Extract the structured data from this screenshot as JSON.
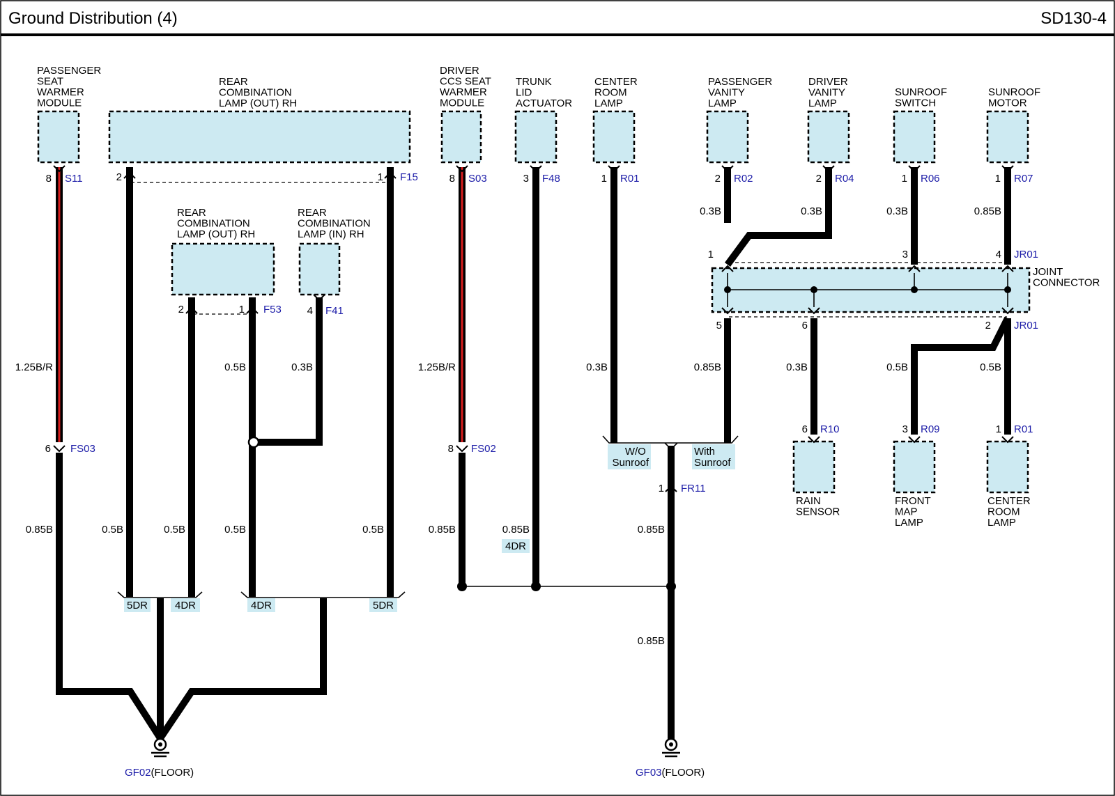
{
  "header": {
    "title": "Ground Distribution (4)",
    "code": "SD130-4"
  },
  "components": {
    "pass_seat_warmer": [
      "PASSENGER",
      "SEAT",
      "WARMER",
      "MODULE"
    ],
    "rear_comb_out_top": [
      "REAR",
      "COMBINATION",
      "LAMP (OUT) RH"
    ],
    "rear_comb_out_mid": [
      "REAR",
      "COMBINATION",
      "LAMP (OUT) RH"
    ],
    "rear_comb_in": [
      "REAR",
      "COMBINATION",
      "LAMP (IN) RH"
    ],
    "driver_ccs": [
      "DRIVER",
      "CCS SEAT",
      "WARMER",
      "MODULE"
    ],
    "trunk_lid": [
      "TRUNK",
      "LID",
      "ACTUATOR"
    ],
    "center_room_top": [
      "CENTER",
      "ROOM",
      "LAMP"
    ],
    "pass_vanity": [
      "PASSENGER",
      "VANITY",
      "LAMP"
    ],
    "driver_vanity": [
      "DRIVER",
      "VANITY",
      "LAMP"
    ],
    "sunroof_switch": [
      "SUNROOF",
      "SWITCH"
    ],
    "sunroof_motor": [
      "SUNROOF",
      "MOTOR"
    ],
    "joint_connector": [
      "JOINT",
      "CONNECTOR"
    ],
    "rain_sensor": [
      "RAIN",
      "SENSOR"
    ],
    "front_map": [
      "FRONT",
      "MAP",
      "LAMP"
    ],
    "center_room_bottom": [
      "CENTER",
      "ROOM",
      "LAMP"
    ]
  },
  "connectors": {
    "S11": "S11",
    "F15": "F15",
    "F53": "F53",
    "F41": "F41",
    "S03": "S03",
    "F48": "F48",
    "R01": "R01",
    "R02": "R02",
    "R04": "R04",
    "R06": "R06",
    "R07": "R07",
    "JR01": "JR01",
    "R10": "R10",
    "R09": "R09",
    "FS03": "FS03",
    "FS02": "FS02",
    "FR11": "FR11"
  },
  "pins": {
    "s11": "8",
    "f15_left": "2",
    "f15_right": "1",
    "s03": "8",
    "f48": "3",
    "r01_top": "1",
    "r02": "2",
    "r04": "2",
    "r06": "1",
    "r07": "1",
    "f53_left": "2",
    "f53_right": "1",
    "f41": "4",
    "jr01_1": "1",
    "jr01_3": "3",
    "jr01_4": "4",
    "jr01_5": "5",
    "jr01_6": "6",
    "jr01_2": "2",
    "r10": "6",
    "r09": "3",
    "r01_bottom": "1",
    "fs03": "6",
    "fs02": "8",
    "fr11": "1"
  },
  "wires": {
    "w_125br": "1.25B/R",
    "w_085b": "0.85B",
    "w_05b": "0.5B",
    "w_03b": "0.3B"
  },
  "options": {
    "five_dr": "5DR",
    "four_dr": "4DR",
    "wo_sunroof": [
      "W/O",
      "Sunroof"
    ],
    "with_sunroof": [
      "With",
      "Sunroof"
    ]
  },
  "grounds": {
    "gf02": {
      "code": "GF02",
      "loc": "(FLOOR)"
    },
    "gf03": {
      "code": "GF03",
      "loc": "(FLOOR)"
    }
  },
  "colors": {
    "wire": "#000000",
    "stripe": "#d81e1e",
    "box_fill": "#cdeaf2",
    "connector_text": "#1c1ca8"
  }
}
